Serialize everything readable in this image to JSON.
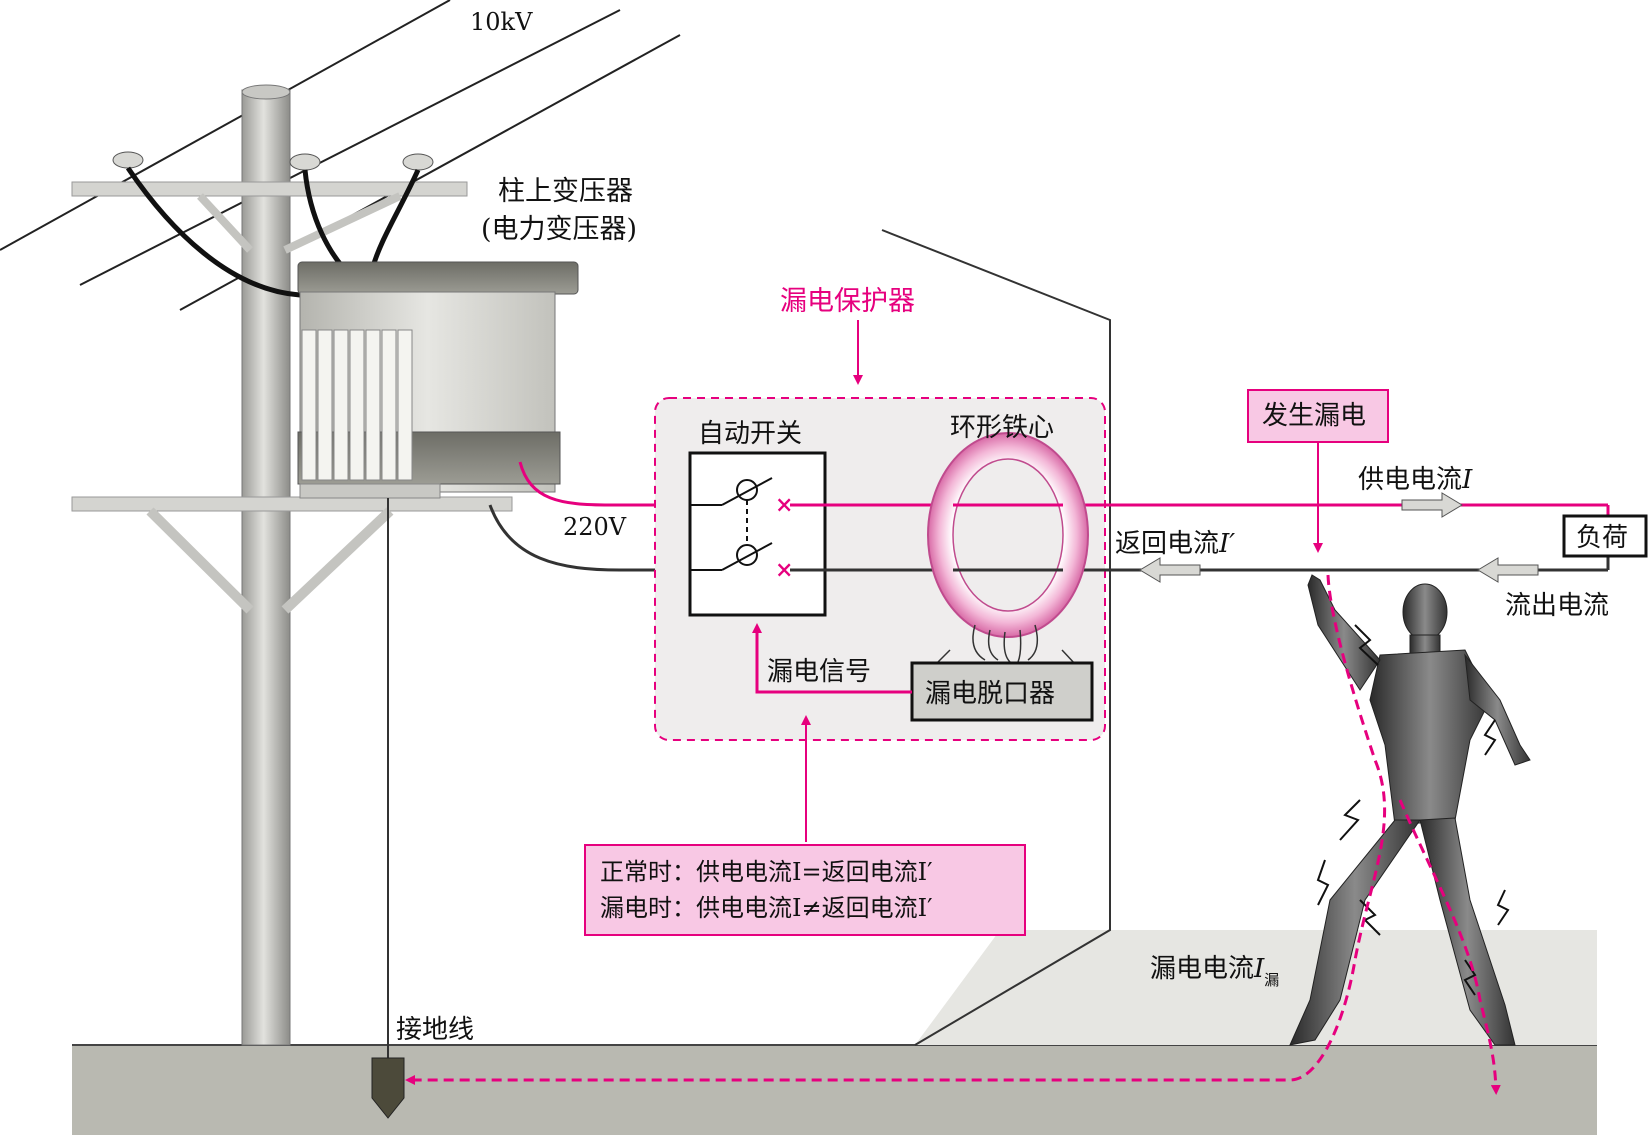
{
  "labels": {
    "voltage_high": "10kV",
    "transformer_line1": "柱上变压器",
    "transformer_line2": "(电力变压器)",
    "protector_title": "漏电保护器",
    "auto_switch": "自动开关",
    "ring_core": "环形铁心",
    "voltage_low": "220V",
    "leak_signal": "漏电信号",
    "trip_device": "漏电脱口器",
    "leak_occurs": "发生漏电",
    "supply_current": "供电电流",
    "supply_symbol": "I",
    "return_current": "返回电流",
    "return_symbol": "I′",
    "load": "负荷",
    "outflow_current": "流出电流",
    "note_normal": "正常时：供电电流I=返回电流I′",
    "note_leak": "漏电时：供电电流I≠返回电流I′",
    "leak_current": "漏电电流",
    "leak_current_symbol": "I",
    "leak_current_sub": "漏",
    "ground_wire": "接地线"
  },
  "colors": {
    "accent": "#e6007e",
    "note_fill": "#f8c8e4",
    "panel_fill": "#efeded",
    "ground": "#b9b9b1",
    "wire": "#333333"
  }
}
